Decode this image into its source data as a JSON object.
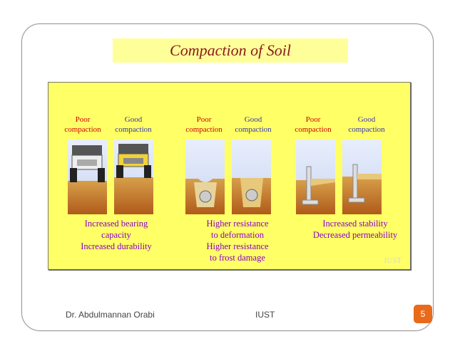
{
  "slide": {
    "title": "Compaction of  Soil",
    "page_number": "5"
  },
  "panels": [
    {
      "poor_label": "Poor compaction",
      "good_label": "Good compaction",
      "description": [
        "Increased bearing",
        "capacity",
        "Increased durability"
      ]
    },
    {
      "poor_label": "Poor compaction",
      "good_label": "Good compaction",
      "description": [
        "Higher resistance",
        "to deformation",
        "Higher resistance",
        "to frost damage"
      ]
    },
    {
      "poor_label": "Poor compaction",
      "good_label": "Good compaction",
      "description": [
        "Increased stability",
        "Decreased permeability"
      ]
    }
  ],
  "watermark": "IUST",
  "footer": {
    "author": "Dr. Abdulmannan Orabi",
    "institution": "IUST"
  },
  "colors": {
    "title_bg": "#ffff99",
    "panel_bg": "#ffff66",
    "title_text": "#8b1a1a",
    "description_text": "#8800cc",
    "page_badge": "#e86a1a"
  }
}
